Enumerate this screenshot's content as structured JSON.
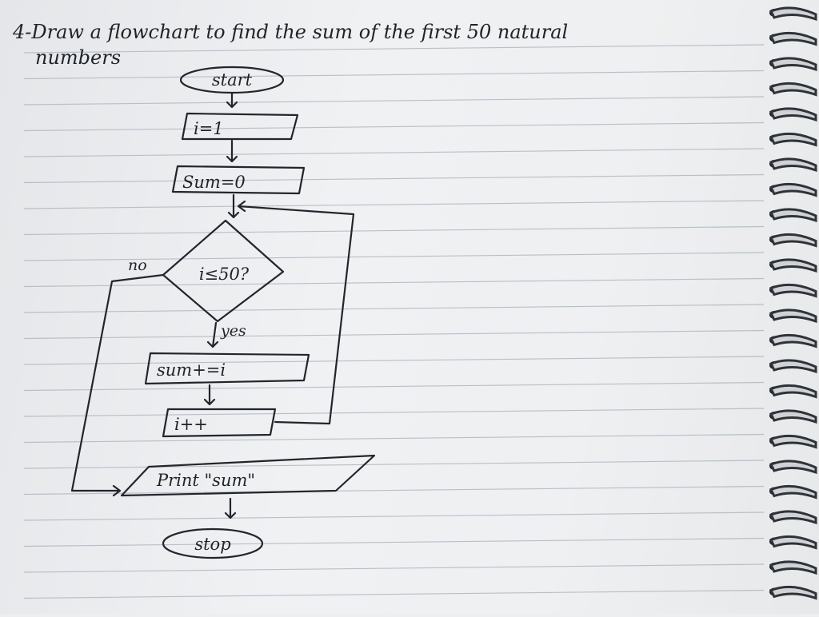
{
  "question": {
    "line1": "4-Draw a flowchart to find the sum of the first 50 natural",
    "line2": "numbers"
  },
  "flowchart": {
    "nodes": [
      {
        "id": "start",
        "shape": "terminator",
        "text": "start"
      },
      {
        "id": "init-i",
        "shape": "process",
        "text": "i=1"
      },
      {
        "id": "init-sum",
        "shape": "process",
        "text": "Sum=0"
      },
      {
        "id": "check",
        "shape": "decision",
        "text": "i≤50?"
      },
      {
        "id": "add",
        "shape": "process",
        "text": "sum+=i"
      },
      {
        "id": "increment",
        "shape": "process",
        "text": "i++"
      },
      {
        "id": "print",
        "shape": "io",
        "text": "Print \"sum\""
      },
      {
        "id": "stop",
        "shape": "terminator",
        "text": "stop"
      }
    ],
    "edges": [
      {
        "from": "start",
        "to": "init-i",
        "label": ""
      },
      {
        "from": "init-i",
        "to": "init-sum",
        "label": ""
      },
      {
        "from": "init-sum",
        "to": "check",
        "label": ""
      },
      {
        "from": "check",
        "to": "add",
        "label": "yes"
      },
      {
        "from": "add",
        "to": "increment",
        "label": ""
      },
      {
        "from": "increment",
        "to": "check",
        "label": ""
      },
      {
        "from": "check",
        "to": "print",
        "label": "no"
      },
      {
        "from": "print",
        "to": "stop",
        "label": ""
      }
    ]
  },
  "colors": {
    "ink": "#22262c",
    "paper": "#eef0f1",
    "rule_line": "#b7bfca"
  }
}
